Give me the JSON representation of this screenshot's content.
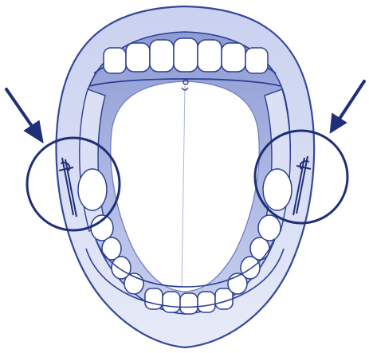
{
  "figure": {
    "subject": "open-mouth-pencil-sketch",
    "colors": {
      "ink": "#2b3f93",
      "ink_light": "#6f7fc2",
      "ink_faint": "#aab5e0",
      "background": "#ffffff",
      "marker": "#1f2f78"
    },
    "annotations": {
      "arrow_count": 2,
      "circle_count": 2
    }
  }
}
